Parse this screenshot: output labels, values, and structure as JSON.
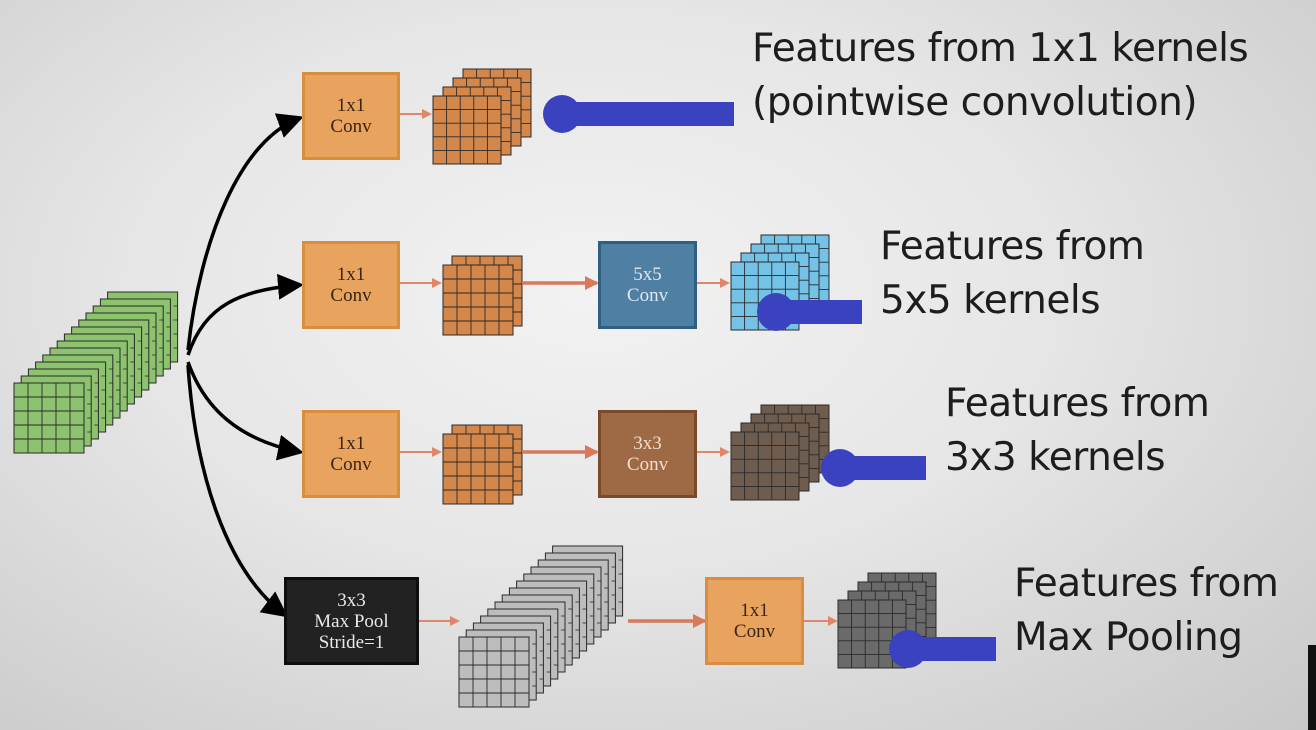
{
  "diagram": {
    "boxes": {
      "b1": {
        "line1": "1x1",
        "line2": "Conv"
      },
      "b2": {
        "line1": "1x1",
        "line2": "Conv"
      },
      "b2b": {
        "line1": "5x5",
        "line2": "Conv"
      },
      "b3": {
        "line1": "1x1",
        "line2": "Conv"
      },
      "b3b": {
        "line1": "3x3",
        "line2": "Conv"
      },
      "b4": {
        "line1": "3x3",
        "line2": "Max Pool",
        "line3": "Stride=1"
      },
      "b4b": {
        "line1": "1x1",
        "line2": "Conv"
      }
    },
    "labels": {
      "l1": {
        "line1": "Features from 1x1 kernels",
        "line2": "(pointwise convolution)"
      },
      "l2": {
        "line1": "Features from",
        "line2": "5x5 kernels"
      },
      "l3": {
        "line1": "Features from",
        "line2": "3x3 kernels"
      },
      "l4": {
        "line1": "Features from",
        "line2": "Max Pooling"
      }
    },
    "colors": {
      "input_stack": "#8dc26f",
      "conv1x1_output": "#d4874a",
      "conv5x5_output": "#74c2e6",
      "conv3x3_output": "#6e5c4f",
      "pool_output": "#bdbdbd",
      "pool_conv_output": "#6a6a6a",
      "connector": "#3a42c0",
      "arrow_small": "#e0876a",
      "arrow_main": "#000000"
    }
  }
}
